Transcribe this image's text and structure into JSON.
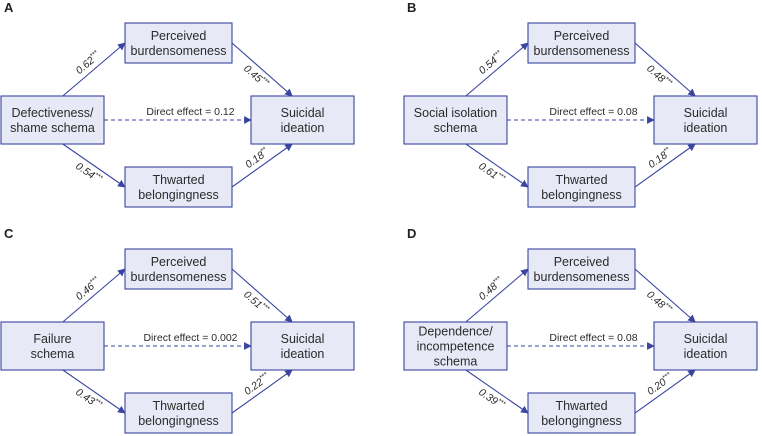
{
  "colors": {
    "box_fill": "#e8e9f6",
    "stroke": "#3a45a0",
    "text": "#2b2b2b"
  },
  "panels": [
    {
      "letter": "A",
      "predictor": [
        "Defectiveness/",
        "shame schema"
      ],
      "mediator1": [
        "Perceived",
        "burdensomeness"
      ],
      "mediator2": [
        "Thwarted",
        "belongingness"
      ],
      "outcome": [
        "Suicidal",
        "ideation"
      ],
      "a1": {
        "value": "0.62",
        "sig": "***"
      },
      "b1": {
        "value": "0.45",
        "sig": "***"
      },
      "a2": {
        "value": "0.54",
        "sig": "***"
      },
      "b2": {
        "value": "0.18",
        "sig": "**"
      },
      "direct": "Direct effect = 0.12"
    },
    {
      "letter": "B",
      "predictor": [
        "Social isolation",
        "schema"
      ],
      "mediator1": [
        "Perceived",
        "burdensomeness"
      ],
      "mediator2": [
        "Thwarted",
        "belongingness"
      ],
      "outcome": [
        "Suicidal",
        "ideation"
      ],
      "a1": {
        "value": "0.54",
        "sig": "***"
      },
      "b1": {
        "value": "0.48",
        "sig": "***"
      },
      "a2": {
        "value": "0.61",
        "sig": "***"
      },
      "b2": {
        "value": "0.18",
        "sig": "**"
      },
      "direct": "Direct effect = 0.08"
    },
    {
      "letter": "C",
      "predictor": [
        "Failure",
        "schema"
      ],
      "mediator1": [
        "Perceived",
        "burdensomeness"
      ],
      "mediator2": [
        "Thwarted",
        "belongingness"
      ],
      "outcome": [
        "Suicidal",
        "ideation"
      ],
      "a1": {
        "value": "0.46",
        "sig": "***"
      },
      "b1": {
        "value": "0.51",
        "sig": "***"
      },
      "a2": {
        "value": "0.43",
        "sig": "***"
      },
      "b2": {
        "value": "0.22",
        "sig": "***"
      },
      "direct": "Direct effect = 0.002"
    },
    {
      "letter": "D",
      "predictor": [
        "Dependence/",
        "incompetence",
        "schema"
      ],
      "mediator1": [
        "Perceived",
        "burdensomeness"
      ],
      "mediator2": [
        "Thwarted",
        "belongingness"
      ],
      "outcome": [
        "Suicidal",
        "ideation"
      ],
      "a1": {
        "value": "0.48",
        "sig": "***"
      },
      "b1": {
        "value": "0.48",
        "sig": "***"
      },
      "a2": {
        "value": "0.39",
        "sig": "***"
      },
      "b2": {
        "value": "0.20",
        "sig": "***"
      },
      "direct": "Direct effect = 0.08"
    }
  ]
}
